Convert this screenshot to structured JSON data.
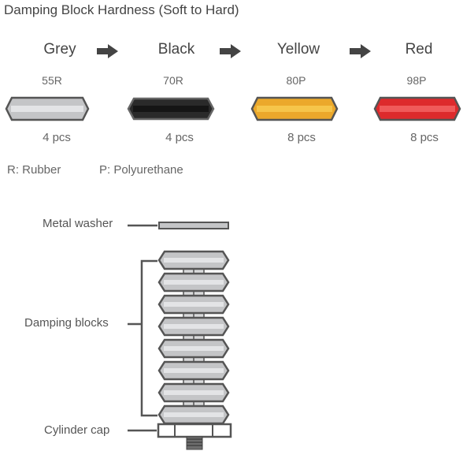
{
  "title": "Damping Block Hardness (Soft to Hard)",
  "hardness_sequence": [
    {
      "color_name": "Grey",
      "grade": "55R",
      "count": "4 pcs",
      "fill": "#c4c5c7",
      "stripe": "#e3e4e6"
    },
    {
      "color_name": "Black",
      "grade": "70R",
      "count": "4 pcs",
      "fill": "#2a2a2a",
      "stripe": "#151515"
    },
    {
      "color_name": "Yellow",
      "grade": "80P",
      "count": "8 pcs",
      "fill": "#eba82b",
      "stripe": "#f6c54a"
    },
    {
      "color_name": "Red",
      "grade": "98P",
      "count": "8 pcs",
      "fill": "#dd2a2c",
      "stripe": "#f05a5a"
    }
  ],
  "legend": {
    "rubber": "R: Rubber",
    "polyurethane": "P: Polyurethane"
  },
  "assembly": {
    "metal_washer": "Metal washer",
    "damping_blocks": "Damping blocks",
    "cylinder_cap": "Cylinder cap"
  },
  "colors": {
    "outline": "#555555",
    "arrow": "#444444",
    "grey_block": "#c4c5c7"
  }
}
